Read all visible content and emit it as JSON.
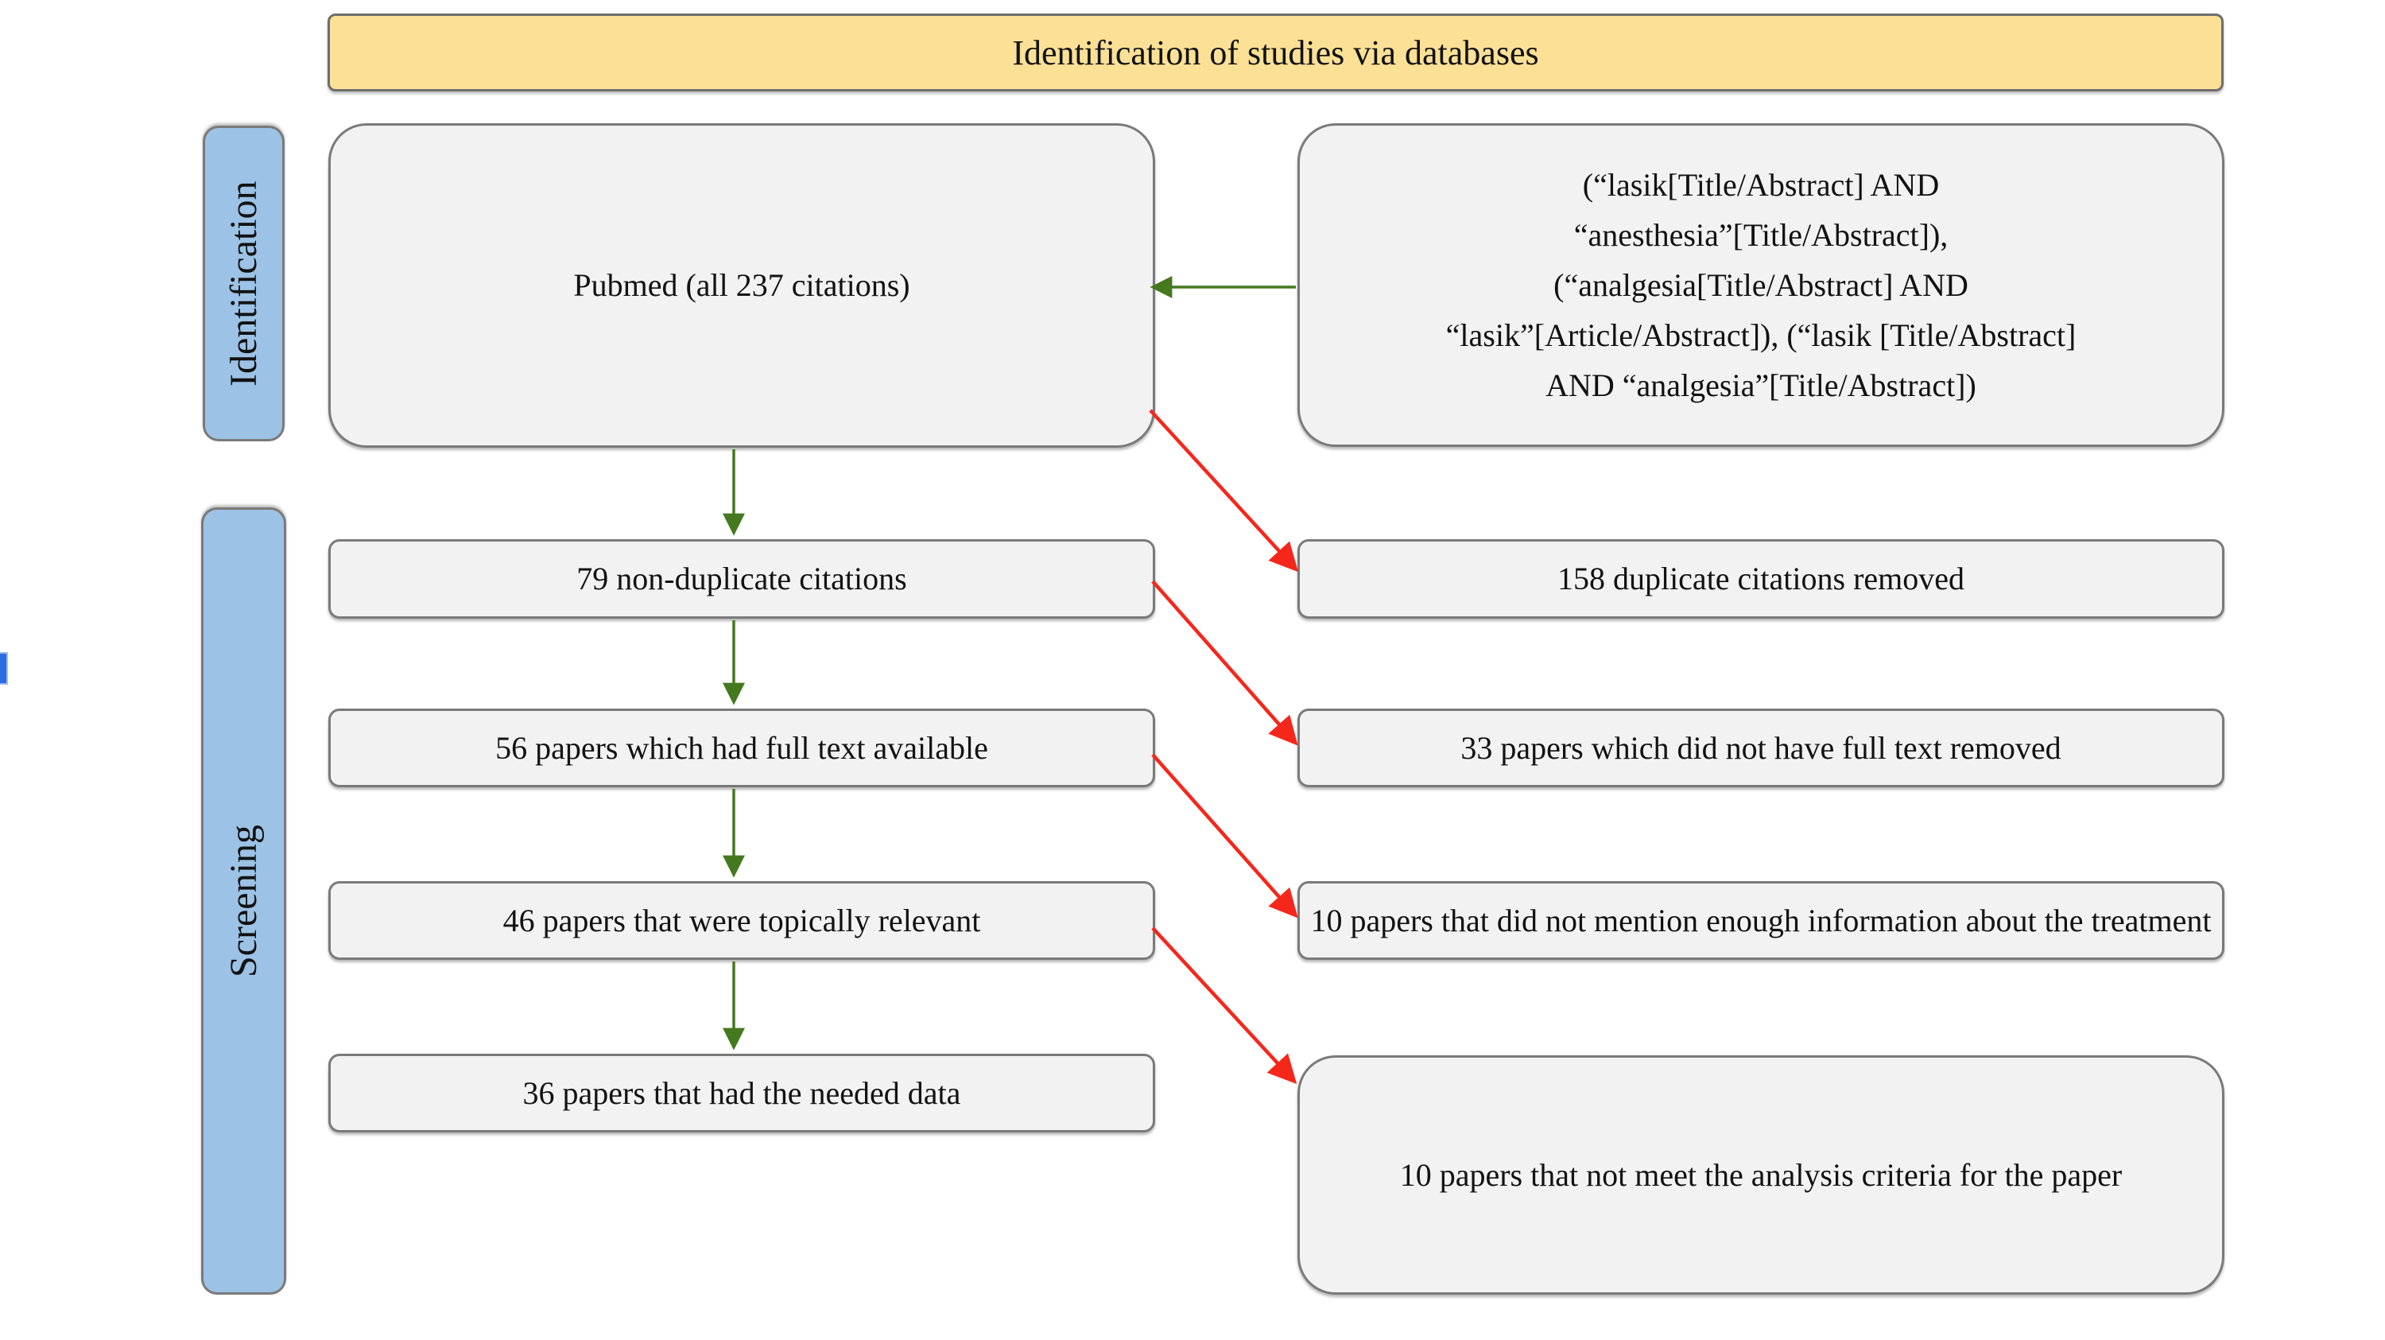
{
  "title_banner": {
    "label": "Identification of studies via databases"
  },
  "stage_labels": {
    "identification": "Identification",
    "screening": "Screening"
  },
  "boxes": {
    "pubmed": "Pubmed (all 237 citations)",
    "query_lines": [
      "(“lasik[Title/Abstract] AND",
      "“anesthesia”[Title/Abstract]),",
      "(“analgesia[Title/Abstract] AND",
      "“lasik”[Article/Abstract]), (“lasik [Title/Abstract]",
      "AND “analgesia”[Title/Abstract])"
    ],
    "non_duplicate": "79 non-duplicate citations",
    "duplicates_removed": "158 duplicate citations removed",
    "full_text_available": "56 papers which had full text available",
    "no_full_text_removed": "33 papers which did not have full text removed",
    "topically_relevant": "46 papers that were topically relevant",
    "not_enough_info": "10 papers that did not mention enough information about the treatment",
    "needed_data": "36 papers that had the needed data",
    "not_meet_criteria": "10 papers that not meet the analysis criteria for the paper"
  },
  "colors": {
    "banner_fill": "#FBE096",
    "stage_fill": "#9CC2E5",
    "box_fill": "#F2F2F2",
    "box_border": "#7a7a7a",
    "green_arrow": "#44791F",
    "red_arrow": "#F5271B",
    "cursor_blue": "#2B6CE0"
  }
}
